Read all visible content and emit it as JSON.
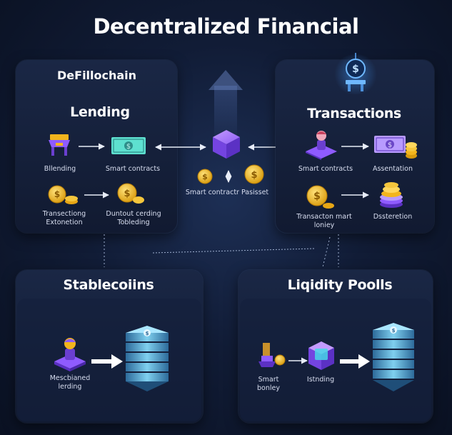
{
  "title": "Decentralized Financial",
  "top_left": {
    "label": "DeFillochain",
    "heading": "Lending",
    "row1": {
      "left": "Bllending",
      "right": "Smart contracts"
    },
    "row2": {
      "left_line1": "Transectiong",
      "left_line2": "Extonetion",
      "right_line1": "Duntout cerding",
      "right_line2": "Tobleding"
    }
  },
  "center": {
    "label": "Smart contractr Pasisset"
  },
  "top_right": {
    "heading": "Transactions",
    "row1": {
      "left": "Smart contracts",
      "right": "Assentation"
    },
    "row2": {
      "left_line1": "Transacton mart",
      "left_line2": "loniey",
      "right": "Dssteretion"
    }
  },
  "bottom_left": {
    "heading": "Stablecoiins",
    "label_line1": "Mescbianed",
    "label_line2": "lerding"
  },
  "bottom_right": {
    "heading": "Liqidity Poolls",
    "label1_line1": "Smart",
    "label1_line2": "bonley",
    "label2": "Istnding"
  },
  "icons": {
    "money": "banknote-icon",
    "coin": "dollar-coin-icon",
    "cube": "cube-icon",
    "stack": "server-stack-icon",
    "user": "user-on-platform-icon",
    "bench": "lending-desk-icon"
  },
  "colors": {
    "accent": "#8f5bff",
    "gold": "#f2b51d",
    "teal": "#48d6e8",
    "money": "#5ee0d0"
  }
}
